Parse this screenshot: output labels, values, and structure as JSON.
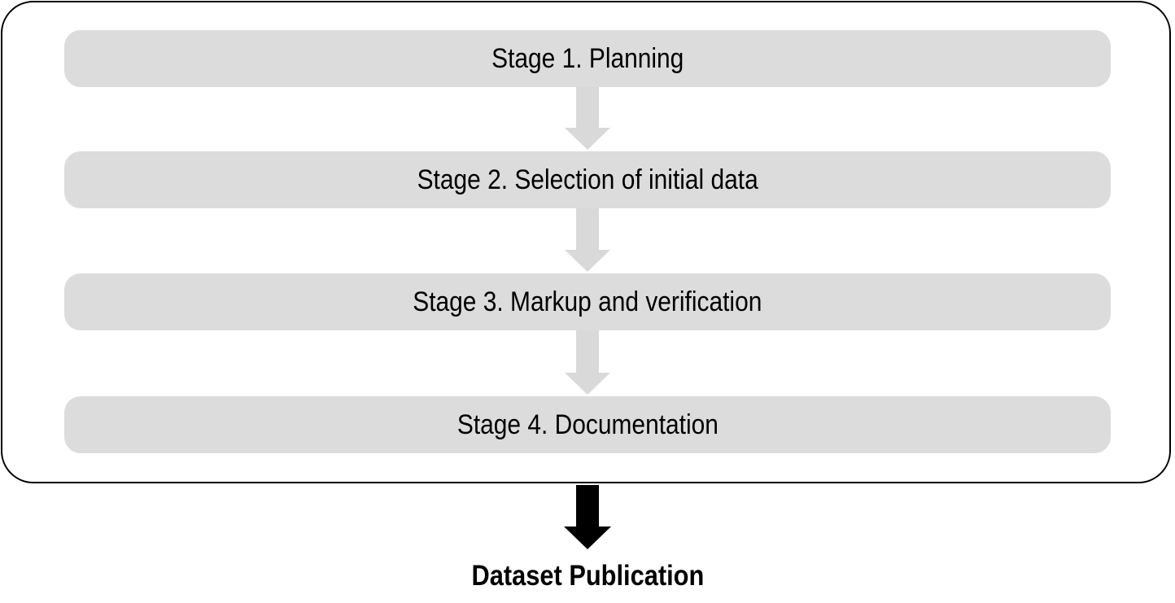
{
  "stages": [
    {
      "label": "Stage 1. Planning"
    },
    {
      "label": "Stage 2. Selection of initial data"
    },
    {
      "label": "Stage 3. Markup and verification"
    },
    {
      "label": "Stage 4. Documentation"
    }
  ],
  "output": {
    "label": "Dataset Publication"
  },
  "colors": {
    "stage_fill": "#dcdcdc",
    "connector_arrow": "#d9d9d9",
    "output_arrow": "#000000",
    "frame_border": "#000000"
  }
}
